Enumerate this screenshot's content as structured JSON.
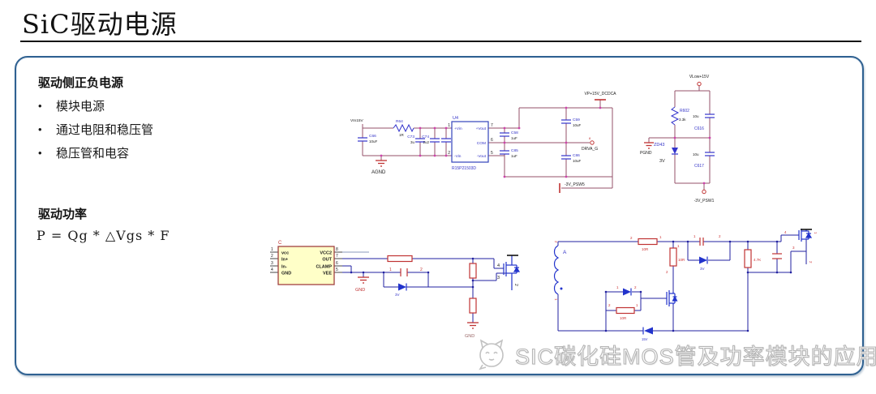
{
  "title": "SiC驱动电源",
  "sections": {
    "power": {
      "heading": "驱动侧正负电源",
      "bullets": [
        "模块电源",
        "通过电阻和稳压管",
        "稳压管和电容"
      ]
    },
    "drive": {
      "heading": "驱动功率",
      "formula": "P = Qg * △Vgs * F"
    }
  },
  "watermark": {
    "text": "SIC碳化硅MOS管及功率模块的应用",
    "icon": "cat-face-logo"
  },
  "colors": {
    "panel_border": "#2f6191",
    "wire_maroon": "#96506a",
    "component_blue": "#3333cc",
    "component_red": "#c03333",
    "wire_navy": "#2222a0",
    "junction_pink": "#cc44aa",
    "ic_fill": "#ffffc8",
    "ic_border": "#a04040",
    "watermark_gray": "#b5b5b5"
  },
  "circuit_dcdc": {
    "vin": "VIn15V",
    "r64": "R64",
    "r64_val": "1R",
    "c66": "C66",
    "c66_val": "10uF",
    "c73": "C73",
    "c73_val": "3u",
    "c74": "C74",
    "c74_val": "2u2",
    "agnd": "AGND",
    "u4": "U4",
    "u4_part": "R15P21503D",
    "pin1": "1",
    "pin2": "2",
    "pin5": "5",
    "pin6": "6",
    "pin7": "7",
    "pin_vin_pos": "+Vin",
    "pin_vin_neg": "-Vin",
    "pin_vout_pos": "+Vout",
    "pin_com": "COM",
    "pin_vout_neg": "-Vout",
    "c58": "C58",
    "c58_val": "1uF",
    "c85": "C85",
    "c85_val": "1uF",
    "c59": "C59",
    "c59_val": "10uF",
    "c86": "C86",
    "c86_val": "10uF",
    "vp_net": "VP+15V_DCDCA",
    "drva_net": "DRVA_G",
    "drva_pin": "8",
    "neg_net": "-3V_PSW5"
  },
  "circuit_reg": {
    "vtop": "VLow+15V",
    "r602": "R602",
    "r602_val": "3.3k",
    "c616": "C616",
    "c616_val": "10u",
    "zd43": "ZD43",
    "zd43_val": "3V",
    "pgnd": "PGND",
    "c617": "C617",
    "c617_val": "10u",
    "vbot": "-3V_PSW1"
  },
  "circuit_driver": {
    "ref": "C",
    "p1": "1",
    "p2": "2",
    "p3": "3",
    "p4": "4",
    "p5": "5",
    "p6": "6",
    "p7": "7",
    "p8": "8",
    "vcc": "vcc",
    "in_pos": "In+",
    "in_neg": "In-",
    "gnd": "GND",
    "vcc2": "VCC2",
    "out": "OUT",
    "clamp": "CLAMP",
    "vee": "VEE",
    "gnd_label": "GND",
    "gnd_label2": "GND",
    "cap_p1": "1",
    "cap_p2": "2",
    "zener_val": "3V",
    "m_pin4": "4",
    "m_pin3": "3",
    "m_pin2": "2"
  },
  "circuit_xfmr": {
    "winding": "A",
    "w_pin2": "2",
    "w_pin1": "1",
    "r_top": "10R",
    "r_top_p2": "2",
    "r_top_p1": "1",
    "r_vert": "10R",
    "r_vert_p1": "1",
    "r_vert_p2": "2",
    "cap_p1": "1",
    "cap_p2": "2",
    "zener1": "3V",
    "r_47k": "4.7K",
    "d_p1": "1",
    "d_p2": "2",
    "r_low": "10R",
    "r_low_p2": "2",
    "r_low_p1": "1",
    "zener2": "15V",
    "m_pin4": "4",
    "m_pin3": "3",
    "m_pin1": "1",
    "m_pin2": "2"
  }
}
